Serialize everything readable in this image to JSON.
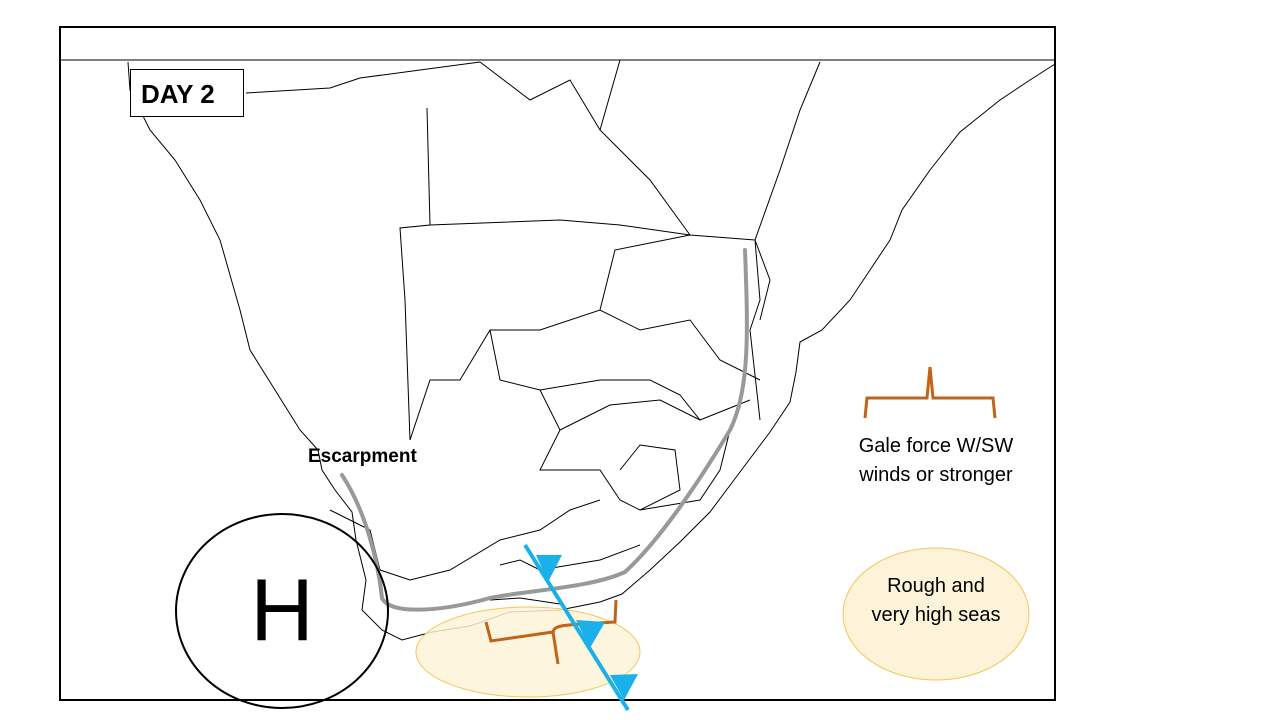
{
  "title": "DAY 2",
  "labels": {
    "escarpment": "Escarpment",
    "gale": "Gale force W/SW winds or stronger",
    "gale_line1": "Gale force W/SW",
    "gale_line2": "winds or stronger",
    "seas_line1": "Rough and",
    "seas_line2": "very high seas",
    "high_pressure": "H"
  },
  "colors": {
    "cold_front": "#1ab0ea",
    "escarpment": "#999999",
    "brace": "#c0631b",
    "seas_fill": "#fdf3d8",
    "seas_stroke": "#f3c657"
  }
}
